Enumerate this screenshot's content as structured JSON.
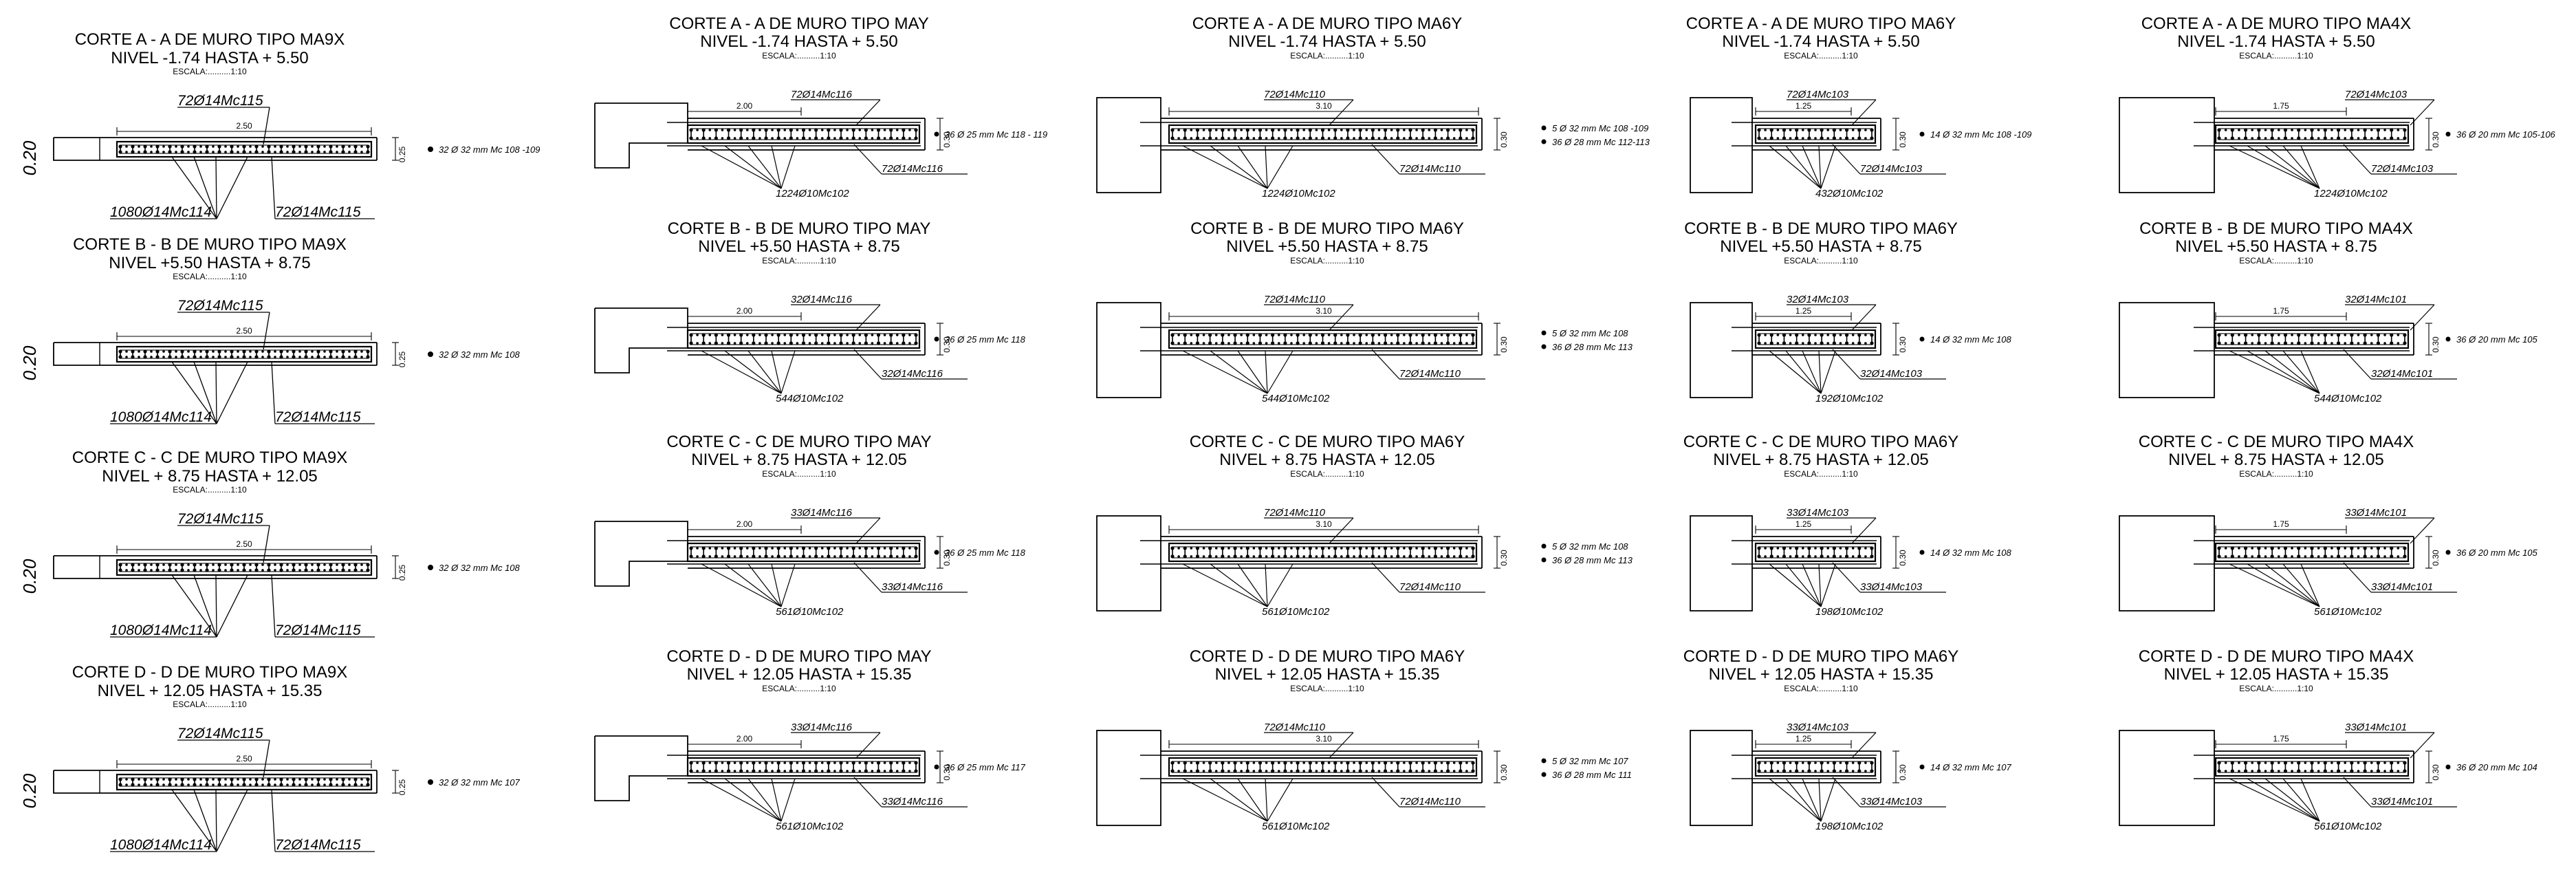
{
  "columns": [
    {
      "id": "MA9X",
      "style": "A",
      "sections": [
        {
          "t1": "CORTE A - A DE MURO TIPO MA9X",
          "t2": "NIVEL -1.74 HASTA + 5.50",
          "esc": "ESCALA:..........1:10",
          "top": "72Ø14Mc115",
          "dim": "2.50",
          "th": "0.25",
          "side": "0.20",
          "stir": "1080Ø14Mc114",
          "bot": "72Ø14Mc115",
          "r1": "32 Ø 32 mm Mc 108 -109",
          "r2": ""
        },
        {
          "t1": "CORTE B - B DE MURO TIPO MA9X",
          "t2": "NIVEL +5.50 HASTA + 8.75",
          "esc": "ESCALA:..........1:10",
          "top": "72Ø14Mc115",
          "dim": "2.50",
          "th": "0.25",
          "side": "0.20",
          "stir": "1080Ø14Mc114",
          "bot": "72Ø14Mc115",
          "r1": "32 Ø 32 mm Mc 108",
          "r2": ""
        },
        {
          "t1": "CORTE C - C DE MURO TIPO MA9X",
          "t2": "NIVEL + 8.75 HASTA + 12.05",
          "esc": "ESCALA:..........1:10",
          "top": "72Ø14Mc115",
          "dim": "2.50",
          "th": "0.25",
          "side": "0.20",
          "stir": "1080Ø14Mc114",
          "bot": "72Ø14Mc115",
          "r1": "32 Ø 32 mm Mc 108",
          "r2": ""
        },
        {
          "t1": "CORTE D - D DE MURO TIPO MA9X",
          "t2": "NIVEL + 12.05 HASTA + 15.35",
          "esc": "ESCALA:..........1:10",
          "top": "72Ø14Mc115",
          "dim": "2.50",
          "th": "0.25",
          "side": "0.20",
          "stir": "1080Ø14Mc114",
          "bot": "72Ø14Mc115",
          "r1": "32 Ø 32 mm Mc 107",
          "r2": ""
        }
      ]
    },
    {
      "id": "MAY",
      "style": "B",
      "notch": true,
      "sections": [
        {
          "t1": "CORTE A - A DE MURO TIPO MAY",
          "t2": "NIVEL -1.74 HASTA + 5.50",
          "esc": "ESCALA:..........1:10",
          "top": "72Ø14Mc116",
          "dim": "2.00",
          "th": "0.30",
          "stir": "1224Ø10Mc102",
          "bot": "72Ø14Mc116",
          "r1": "36 Ø 25 mm Mc 118 - 119",
          "r2": ""
        },
        {
          "t1": "CORTE B - B DE MURO TIPO MAY",
          "t2": "NIVEL +5.50 HASTA + 8.75",
          "esc": "ESCALA:..........1:10",
          "top": "32Ø14Mc116",
          "dim": "2.00",
          "th": "0.30",
          "stir": "544Ø10Mc102",
          "bot": "32Ø14Mc116",
          "r1": "36 Ø 25 mm Mc 118",
          "r2": ""
        },
        {
          "t1": "CORTE C - C DE MURO TIPO MAY",
          "t2": "NIVEL + 8.75 HASTA + 12.05",
          "esc": "ESCALA:..........1:10",
          "top": "33Ø14Mc116",
          "dim": "2.00",
          "th": "0.30",
          "stir": "561Ø10Mc102",
          "bot": "33Ø14Mc116",
          "r1": "36 Ø 25 mm Mc 118",
          "r2": ""
        },
        {
          "t1": "CORTE D - D DE MURO TIPO MAY",
          "t2": "NIVEL + 12.05 HASTA + 15.35",
          "esc": "ESCALA:..........1:10",
          "top": "33Ø14Mc116",
          "dim": "2.00",
          "th": "0.30",
          "stir": "561Ø10Mc102",
          "bot": "33Ø14Mc116",
          "r1": "36 Ø 25 mm Mc 117",
          "r2": ""
        }
      ]
    },
    {
      "id": "MA6Y-a",
      "style": "B",
      "notch": false,
      "sections": [
        {
          "t1": "CORTE A - A DE MURO TIPO MA6Y",
          "t2": "NIVEL -1.74 HASTA + 5.50",
          "esc": "ESCALA:..........1:10",
          "top": "72Ø14Mc110",
          "dim": "3.10",
          "th": "0.30",
          "stir": "1224Ø10Mc102",
          "bot": "72Ø14Mc110",
          "r1": "5 Ø 32 mm Mc 108 -109",
          "r2": "36 Ø 28 mm Mc 112-113"
        },
        {
          "t1": "CORTE B - B DE MURO TIPO MA6Y",
          "t2": "NIVEL +5.50 HASTA + 8.75",
          "esc": "ESCALA:..........1:10",
          "top": "72Ø14Mc110",
          "dim": "3.10",
          "th": "0.30",
          "stir": "544Ø10Mc102",
          "bot": "72Ø14Mc110",
          "r1": "5 Ø 32 mm Mc 108",
          "r2": "36 Ø 28 mm Mc 113"
        },
        {
          "t1": "CORTE C - C DE MURO TIPO MA6Y",
          "t2": "NIVEL + 8.75 HASTA + 12.05",
          "esc": "ESCALA:..........1:10",
          "top": "72Ø14Mc110",
          "dim": "3.10",
          "th": "0.30",
          "stir": "561Ø10Mc102",
          "bot": "72Ø14Mc110",
          "r1": "5 Ø 32 mm Mc 108",
          "r2": "36 Ø 28 mm Mc 113"
        },
        {
          "t1": "CORTE D - D DE MURO TIPO MA6Y",
          "t2": "NIVEL + 12.05 HASTA + 15.35",
          "esc": "ESCALA:..........1:10",
          "top": "72Ø14Mc110",
          "dim": "3.10",
          "th": "0.30",
          "stir": "561Ø10Mc102",
          "bot": "72Ø14Mc110",
          "r1": "5 Ø 32 mm Mc 107",
          "r2": "36 Ø 28 mm Mc 111"
        }
      ]
    },
    {
      "id": "MA6Y-b",
      "style": "B",
      "notch": false,
      "sections": [
        {
          "t1": "CORTE A - A DE MURO TIPO MA6Y",
          "t2": "NIVEL -1.74 HASTA + 5.50",
          "esc": "ESCALA:..........1:10",
          "top": "72Ø14Mc103",
          "dim": "1.25",
          "th": "0.30",
          "stir": "432Ø10Mc102",
          "bot": "72Ø14Mc103",
          "r1": "14 Ø 32 mm Mc 108 -109",
          "r2": ""
        },
        {
          "t1": "CORTE B - B DE MURO TIPO MA6Y",
          "t2": "NIVEL +5.50 HASTA + 8.75",
          "esc": "ESCALA:..........1:10",
          "top": "32Ø14Mc103",
          "dim": "1.25",
          "th": "0.30",
          "stir": "192Ø10Mc102",
          "bot": "32Ø14Mc103",
          "r1": "14 Ø 32 mm Mc 108",
          "r2": ""
        },
        {
          "t1": "CORTE C - C DE MURO TIPO MA6Y",
          "t2": "NIVEL + 8.75 HASTA + 12.05",
          "esc": "ESCALA:..........1:10",
          "top": "33Ø14Mc103",
          "dim": "1.25",
          "th": "0.30",
          "stir": "198Ø10Mc102",
          "bot": "33Ø14Mc103",
          "r1": "14 Ø 32 mm Mc 108",
          "r2": ""
        },
        {
          "t1": "CORTE D - D DE MURO TIPO MA6Y",
          "t2": "NIVEL + 12.05 HASTA + 15.35",
          "esc": "ESCALA:..........1:10",
          "top": "33Ø14Mc103",
          "dim": "1.25",
          "th": "0.30",
          "stir": "198Ø10Mc102",
          "bot": "33Ø14Mc103",
          "r1": "14 Ø 32 mm Mc 107",
          "r2": ""
        }
      ]
    },
    {
      "id": "MA4X",
      "style": "B",
      "notch": false,
      "sections": [
        {
          "t1": "CORTE A - A DE MURO TIPO MA4X",
          "t2": "NIVEL -1.74 HASTA + 5.50",
          "esc": "ESCALA:..........1:10",
          "top": "72Ø14Mc103",
          "dim": "1.75",
          "th": "0.30",
          "stir": "1224Ø10Mc102",
          "bot": "72Ø14Mc103",
          "r1": "36 Ø 20 mm Mc 105-106",
          "r2": ""
        },
        {
          "t1": "CORTE B - B DE MURO TIPO MA4X",
          "t2": "NIVEL +5.50 HASTA + 8.75",
          "esc": "ESCALA:..........1:10",
          "top": "32Ø14Mc101",
          "dim": "1.75",
          "th": "0.30",
          "stir": "544Ø10Mc102",
          "bot": "32Ø14Mc101",
          "r1": "36 Ø 20 mm Mc 105",
          "r2": ""
        },
        {
          "t1": "CORTE C - C DE MURO TIPO MA4X",
          "t2": "NIVEL + 8.75 HASTA + 12.05",
          "esc": "ESCALA:..........1:10",
          "top": "33Ø14Mc101",
          "dim": "1.75",
          "th": "0.30",
          "stir": "561Ø10Mc102",
          "bot": "33Ø14Mc101",
          "r1": "36 Ø 20 mm Mc 105",
          "r2": ""
        },
        {
          "t1": "CORTE D - D DE MURO TIPO MA4X",
          "t2": "NIVEL + 12.05 HASTA + 15.35",
          "esc": "ESCALA:..........1:10",
          "top": "33Ø14Mc101",
          "dim": "1.75",
          "th": "0.30",
          "stir": "561Ø10Mc102",
          "bot": "33Ø14Mc101",
          "r1": "36 Ø 20 mm Mc 104",
          "r2": ""
        }
      ]
    }
  ]
}
